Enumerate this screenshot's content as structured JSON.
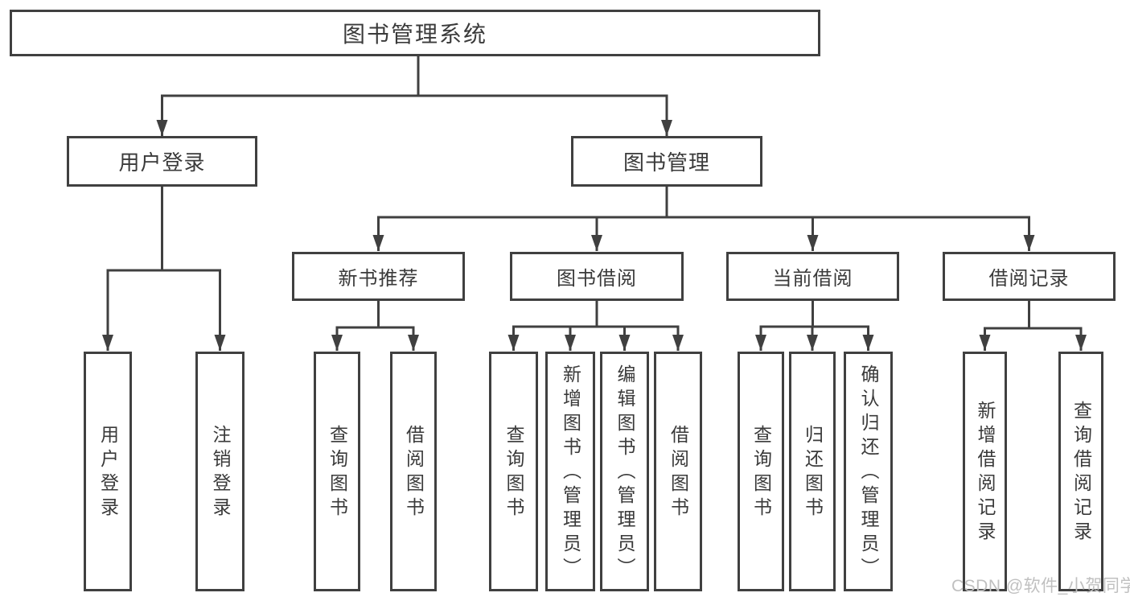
{
  "root": {
    "label": "图书管理系统"
  },
  "level2": {
    "user_login": {
      "label": "用户登录"
    },
    "book_mgmt": {
      "label": "图书管理"
    }
  },
  "level3": {
    "new_book_rec": {
      "label": "新书推荐"
    },
    "book_borrow": {
      "label": "图书借阅"
    },
    "current_borrow": {
      "label": "当前借阅"
    },
    "borrow_records": {
      "label": "借阅记录"
    }
  },
  "leaves": {
    "user_login": [
      {
        "label": "用户登录"
      },
      {
        "label": "注销登录"
      }
    ],
    "new_book_rec": [
      {
        "label": "查询图书"
      },
      {
        "label": "借阅图书"
      }
    ],
    "book_borrow": [
      {
        "label": "查询图书"
      },
      {
        "label": "新增图书（管理员）"
      },
      {
        "label": "编辑图书（管理员）"
      },
      {
        "label": "借阅图书"
      }
    ],
    "current_borrow": [
      {
        "label": "查询图书"
      },
      {
        "label": "归还图书"
      },
      {
        "label": "确认归还（管理员）"
      }
    ],
    "borrow_records": [
      {
        "label": "新增借阅记录"
      },
      {
        "label": "查询借阅记录"
      }
    ]
  },
  "watermark": {
    "text": "CSDN @软件_小贺同学",
    "color": "#c0c0c0"
  },
  "colors": {
    "line": "#404040",
    "text": "#3a3a3a",
    "background": "#ffffff"
  }
}
